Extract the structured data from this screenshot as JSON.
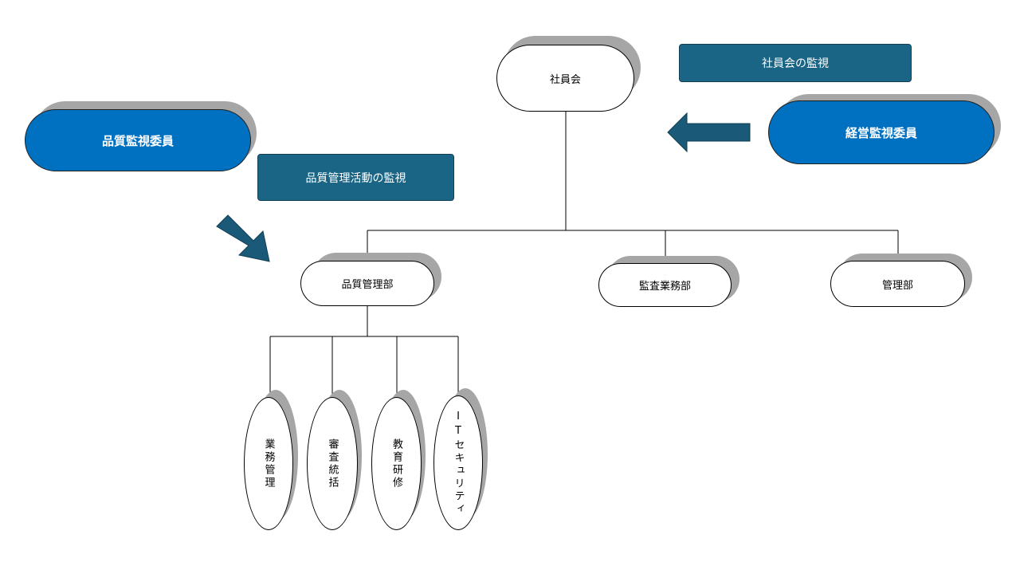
{
  "colors": {
    "label_box_fill": "#1a6585",
    "committee_fill": "#0070c0",
    "arrow_fill": "#1a5a78",
    "shadow": "#a6a6a6",
    "line": "#000000"
  },
  "nodes": {
    "root": "社員会",
    "qa_dept": "品質管理部",
    "audit_dept": "監査業務部",
    "admin_dept": "管理部"
  },
  "sub_units": [
    "業務管理",
    "審査統括",
    "教育研修",
    "ITセキュリティ"
  ],
  "committees": {
    "quality": "品質監視委員",
    "management": "経営監視委員"
  },
  "labels": {
    "quality_activity": "品質管理活動の監視",
    "board_oversight": "社員会の監視"
  },
  "icons": {
    "quality_arrow": "diagonal-arrow-down-right",
    "management_arrow": "arrow-left"
  }
}
